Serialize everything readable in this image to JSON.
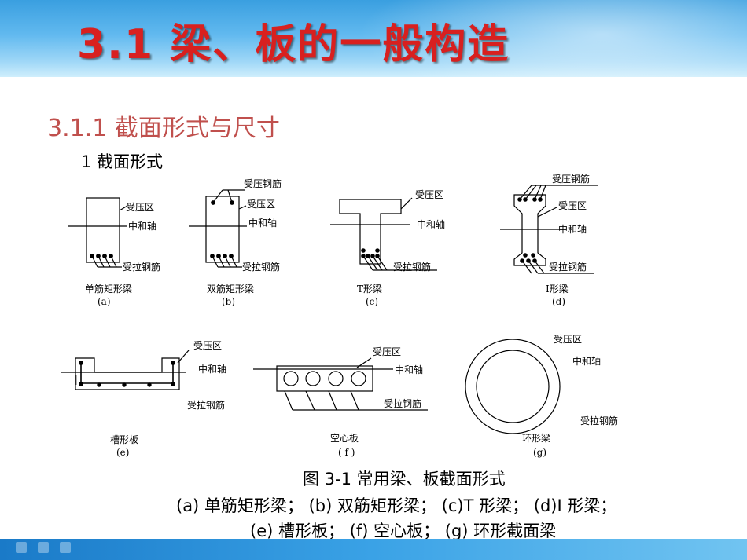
{
  "slide": {
    "title": "3.1 梁、板的一般构造",
    "subtitle": "3.1.1  截面形式与尺寸",
    "section": "1  截面形式"
  },
  "labels": {
    "compression_zone": "受压区",
    "neutral_axis": "中和轴",
    "tension_rebar": "受拉钢筋",
    "compression_rebar": "受压钢筋"
  },
  "figures": [
    {
      "name": "单筋矩形梁",
      "tag": "(a)"
    },
    {
      "name": "双筋矩形梁",
      "tag": "(b)"
    },
    {
      "name": "T形梁",
      "tag": "(c)"
    },
    {
      "name": "I形梁",
      "tag": "(d)"
    },
    {
      "name": "槽形板",
      "tag": "(e)"
    },
    {
      "name": "空心板",
      "tag": "( f )"
    },
    {
      "name": "环形梁",
      "tag": "(g)"
    }
  ],
  "caption": {
    "title": "图 3-1  常用梁、板截面形式",
    "line1": "(a) 单筋矩形梁；  (b) 双筋矩形梁；  (c)T 形梁；  (d)I 形梁；",
    "line2": "(e) 槽形板；  (f) 空心板；  (g) 环形截面梁"
  }
}
